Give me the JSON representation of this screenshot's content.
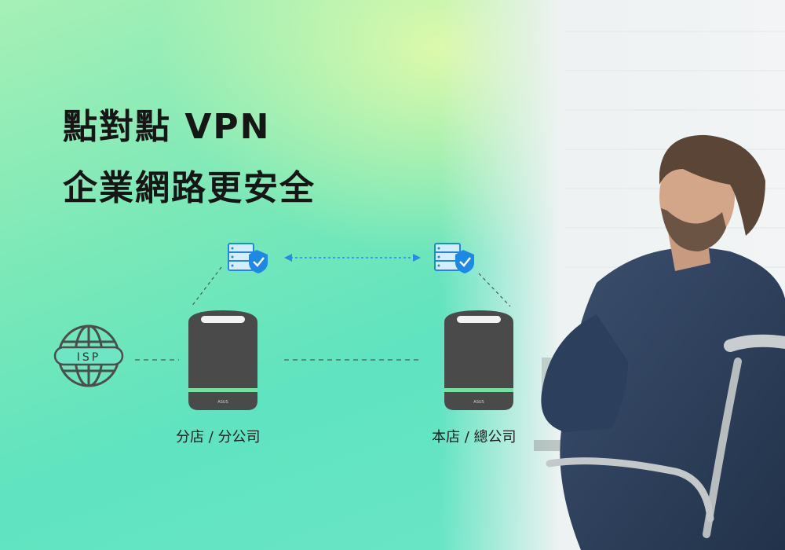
{
  "headline": {
    "line1": "點對點 VPN",
    "line2": "企業網路更安全"
  },
  "nodes": {
    "isp": {
      "label": "ISP",
      "icon": "globe-icon"
    },
    "branch": {
      "label": "分店 / 分公司",
      "icon": "router-icon",
      "badge_icon": "server-shield-icon"
    },
    "headquarters": {
      "label": "本店 / 總公司",
      "icon": "router-icon",
      "badge_icon": "server-shield-icon"
    }
  },
  "router_logo_text": "ASUS",
  "colors": {
    "shield_blue": "#1e88e5",
    "router_body": "#4a4a4a",
    "router_accent": "#7cf0a8"
  }
}
